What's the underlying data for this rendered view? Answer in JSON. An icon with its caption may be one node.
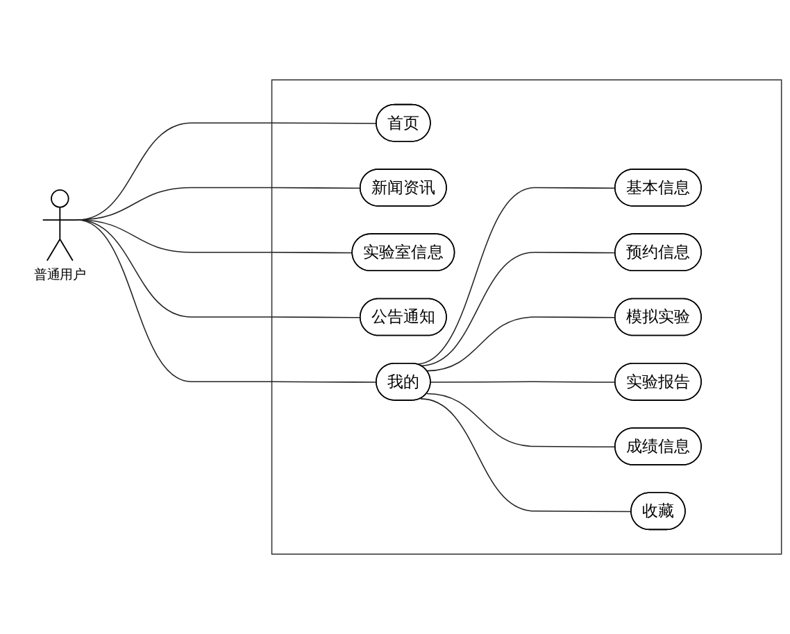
{
  "diagram": {
    "nodes": [
      {
        "text": [
          "普通用户"
        ]
      },
      {
        "text": [],
        "shape": "box"
      },
      {
        "text": [
          "首页"
        ],
        "in": 1
      },
      {
        "text": [
          "新闻资讯"
        ],
        "in": 1
      },
      {
        "text": [
          "实验室信息"
        ],
        "in": 1
      },
      {
        "text": [
          "公告通知"
        ],
        "in": 1
      },
      {
        "text": [
          "我的"
        ],
        "in": 1
      },
      {
        "text": [
          "基本信息"
        ],
        "in": 1
      },
      {
        "text": [
          "预约信息"
        ],
        "in": 1
      },
      {
        "text": [
          "模拟实验"
        ],
        "in": 1
      },
      {
        "text": [
          "实验报告"
        ],
        "in": 1
      },
      {
        "text": [
          "成绩信息"
        ],
        "in": 1
      },
      {
        "text": [
          "收藏"
        ],
        "in": 1
      }
    ],
    "edges": [
      {
        "from": 0,
        "to": 2,
        "arrow": "none"
      },
      {
        "from": 0,
        "to": 3,
        "arrow": "none"
      },
      {
        "from": 0,
        "to": 4,
        "arrow": "none"
      },
      {
        "from": 0,
        "to": 5,
        "arrow": "none"
      },
      {
        "from": 0,
        "to": 6,
        "arrow": "none"
      },
      {
        "from": 6,
        "to": 7,
        "arrow": "none"
      },
      {
        "from": 6,
        "to": 8,
        "arrow": "none"
      },
      {
        "from": 6,
        "to": 9,
        "arrow": "none"
      },
      {
        "from": 6,
        "to": 10,
        "arrow": "none"
      },
      {
        "from": 6,
        "to": 11,
        "arrow": "none"
      },
      {
        "from": 6,
        "to": 12,
        "arrow": "none"
      }
    ]
  }
}
